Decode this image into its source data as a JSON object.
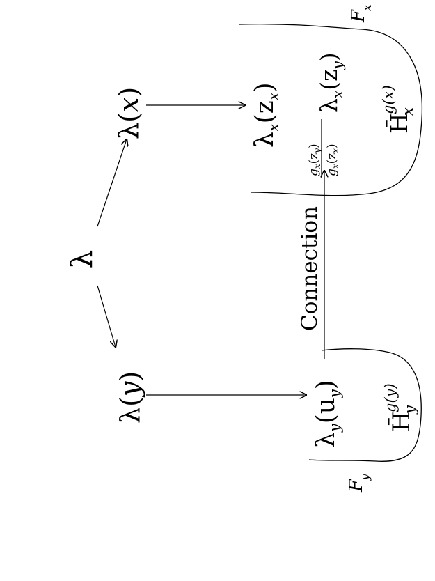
{
  "nodes": {
    "lambda": "λ",
    "lambda_x_base": "λ(",
    "lambda_x_var": "x",
    "lambda_x_close": ")",
    "lambda_y_base": "λ(",
    "lambda_y_var": "y",
    "lambda_y_close": ")"
  },
  "fiber_x": {
    "label_F": "F",
    "label_sub": "x",
    "stalk_zx_lambda": "λ",
    "stalk_zx_sub": "x",
    "stalk_zx_arg": "(z",
    "stalk_zx_argsub": "x",
    "stalk_zx_close": ")",
    "stalk_zy_lambda": "λ",
    "stalk_zy_sub": "x",
    "stalk_zy_arg": "(z",
    "stalk_zy_argsub": "y",
    "stalk_zy_close": ")",
    "H_bar": "H̄",
    "H_sub": "x",
    "H_sup": "g(x)",
    "frac_num": "g",
    "frac_num_sub": "x",
    "frac_num_arg": "(z",
    "frac_num_argsub": "y",
    "frac_num_close": ")",
    "frac_den": "g",
    "frac_den_sub": "x",
    "frac_den_arg": "(z",
    "frac_den_argsub": "x",
    "frac_den_close": ")"
  },
  "fiber_y": {
    "label_F": "F",
    "label_sub": "y",
    "stalk_lambda": "λ",
    "stalk_sub": "y",
    "stalk_arg": "(u",
    "stalk_argsub": "y",
    "stalk_close": ")",
    "H_bar": "H̄",
    "H_sub": "y",
    "H_sup": "g(y)"
  },
  "connection_label": "Connection"
}
